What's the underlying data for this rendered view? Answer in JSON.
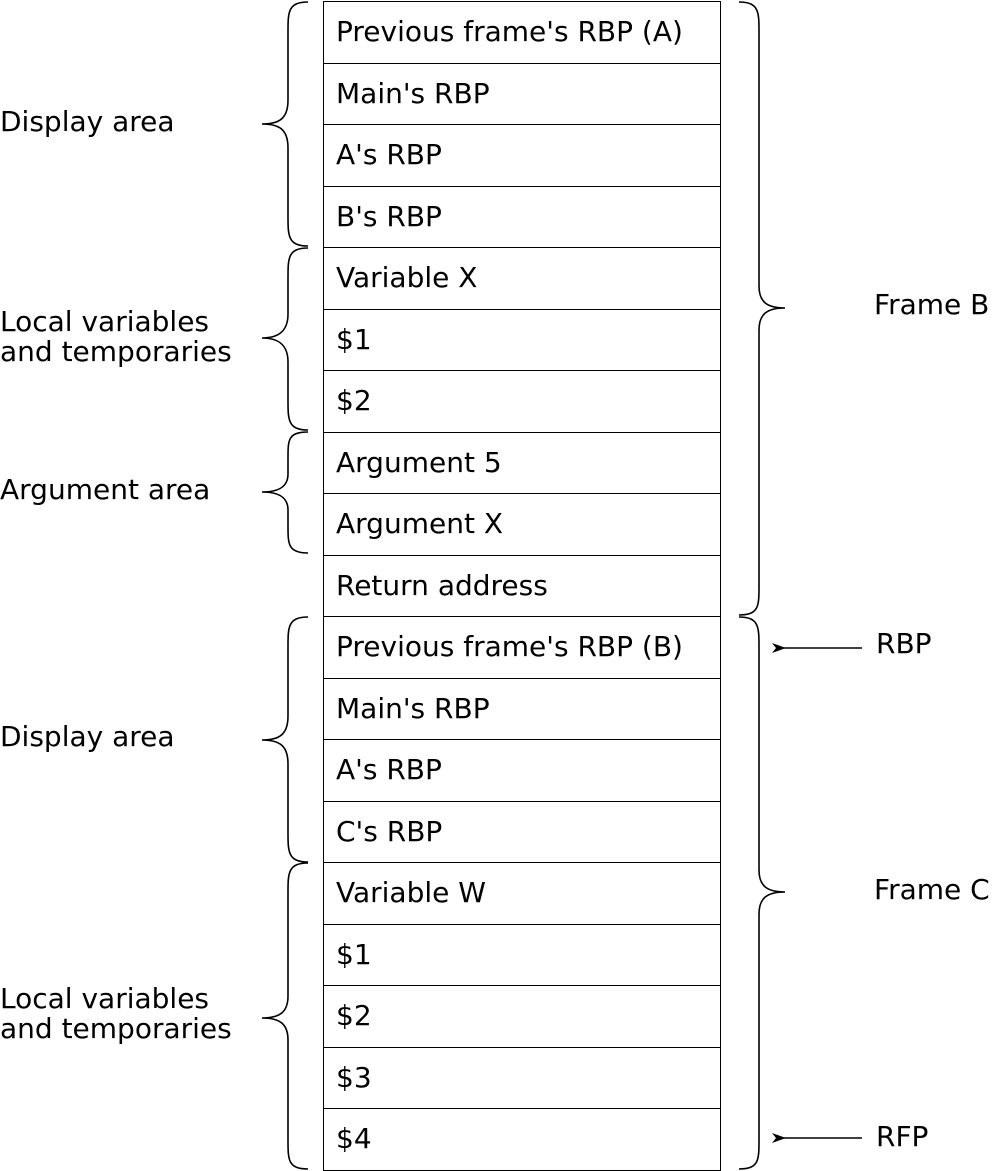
{
  "stack_cells": [
    "Previous frame's RBP (A)",
    "Main's RBP",
    "A's RBP",
    "B's RBP",
    "Variable X",
    "$1",
    "$2",
    "Argument 5",
    "Argument X",
    "Return address",
    "Previous frame's RBP (B)",
    "Main's RBP",
    "A's RBP",
    "C's RBP",
    "Variable W",
    "$1",
    "$2",
    "$3",
    "$4"
  ],
  "left_labels": {
    "display_area_b": "Display area",
    "locals_b_line1": "Local variables",
    "locals_b_line2": "and temporaries",
    "argument_area": "Argument area",
    "display_area_c": "Display area",
    "locals_c_line1": "Local variables",
    "locals_c_line2": "and temporaries"
  },
  "right_labels": {
    "frame_b": "Frame B",
    "frame_c": "Frame C",
    "rbp_pointer": "RBP",
    "rfp_pointer": "RFP"
  }
}
